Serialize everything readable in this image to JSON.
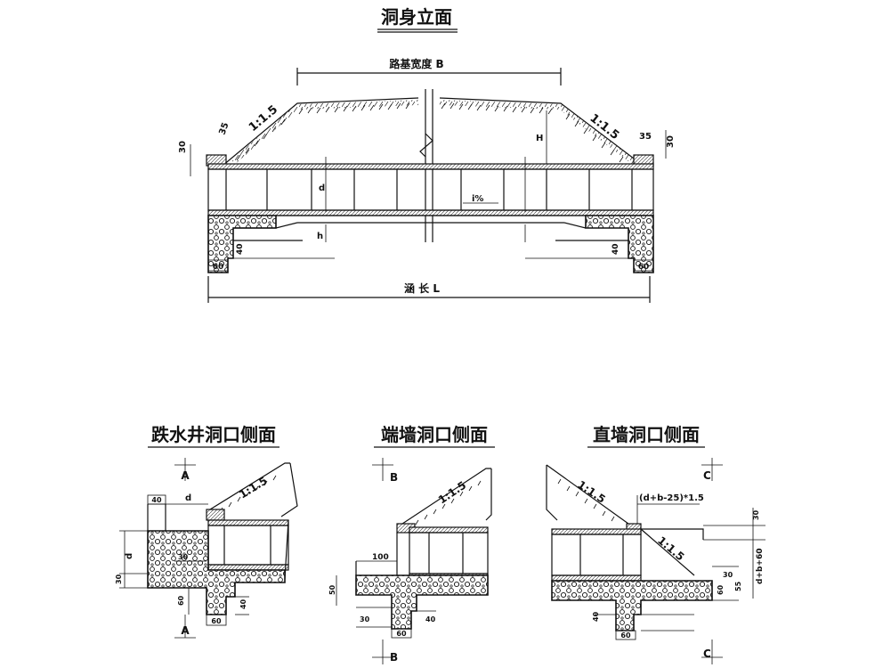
{
  "main_view": {
    "title": "洞身立面",
    "subgrade_width": "路基宽度 B",
    "culvert_length": "涵 长 L",
    "slope_left": "1:1.5",
    "slope_right": "1:1.5",
    "fill_height": "H",
    "pipe_dim": "d",
    "wall_thk": "h",
    "grade": "i%",
    "dim_35_left": "35",
    "dim_35_right": "35",
    "dim_30_left": "30",
    "dim_30_right": "30",
    "dim_40_left": "40",
    "dim_40_right": "40",
    "dim_60_left": "60",
    "dim_60_right": "60"
  },
  "drop_well": {
    "title": "跌水井洞口侧面",
    "section": "A",
    "slope": "1:1.5",
    "dim_40": "40",
    "dim_d_top": "d",
    "dim_d_side": "d",
    "dim_30_side": "30",
    "dim_30_inner": "30",
    "dim_60_v": "60",
    "dim_40_bottom": "40",
    "dim_60_h": "60"
  },
  "end_wall": {
    "title": "端墙洞口侧面",
    "section": "B",
    "slope": "1:1.5",
    "dim_100": "100",
    "dim_50": "50",
    "dim_30": "30",
    "dim_40": "40",
    "dim_60": "60"
  },
  "straight_wall": {
    "title": "直墙洞口侧面",
    "section": "C",
    "slope_top": "1:1.5",
    "slope_wing": "1:1.5",
    "formula": "(d+b-25)*1.5",
    "dim_30_top": "30",
    "dim_30_mid": "30",
    "dim_d_b_60": "d+b+60",
    "dim_60": "60",
    "dim_55": "55",
    "dim_40": "40",
    "dim_60_bottom": "60"
  }
}
